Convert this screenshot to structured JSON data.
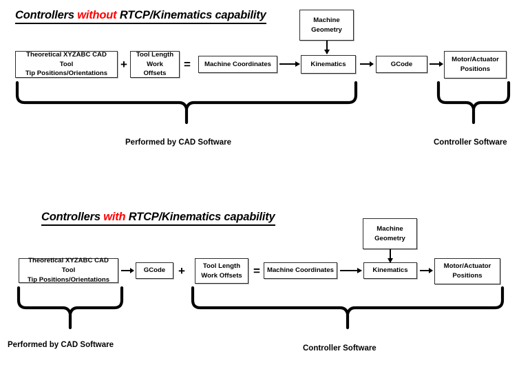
{
  "sections": [
    {
      "title": {
        "prefix": "Controllers ",
        "highlight": "without",
        "suffix": " RTCP/Kinematics capability"
      },
      "boxes": {
        "cad_tool": "Theoretical XYZABC CAD Tool\nTip Positions/Orientations",
        "cad_tool_line1": "Theoretical XYZABC CAD Tool",
        "cad_tool_line2": "Tip Positions/Orientations",
        "tool_length_line1": "Tool Length",
        "tool_length_line2": "Work Offsets",
        "machine_coordinates": "Machine Coordinates",
        "machine_geometry_line1": "Machine",
        "machine_geometry_line2": "Geometry",
        "kinematics": "Kinematics",
        "gcode": "GCode",
        "motor_line1": "Motor/Actuator",
        "motor_line2": "Positions"
      },
      "operators": {
        "plus": "+",
        "equals": "="
      },
      "captions": {
        "cad_software": "Performed by CAD Software",
        "controller_software": "Controller Software"
      }
    },
    {
      "title": {
        "prefix": "Controllers ",
        "highlight": "with",
        "suffix": " RTCP/Kinematics capability"
      },
      "boxes": {
        "cad_tool_line1": "Theoretical XYZABC CAD Tool",
        "cad_tool_line2": "Tip Positions/Orientations",
        "gcode": "GCode",
        "tool_length_line1": "Tool Length",
        "tool_length_line2": "Work Offsets",
        "machine_coordinates": "Machine Coordinates",
        "machine_geometry_line1": "Machine",
        "machine_geometry_line2": "Geometry",
        "kinematics": "Kinematics",
        "motor_line1": "Motor/Actuator",
        "motor_line2": "Positions"
      },
      "operators": {
        "plus": "+",
        "equals": "="
      },
      "captions": {
        "cad_software": "Performed by CAD Software",
        "controller_software": "Controller Software"
      }
    }
  ],
  "colors": {
    "highlight": "#ff0000",
    "line": "#000000",
    "box_border": "#2b2b2b",
    "background": "#ffffff"
  }
}
